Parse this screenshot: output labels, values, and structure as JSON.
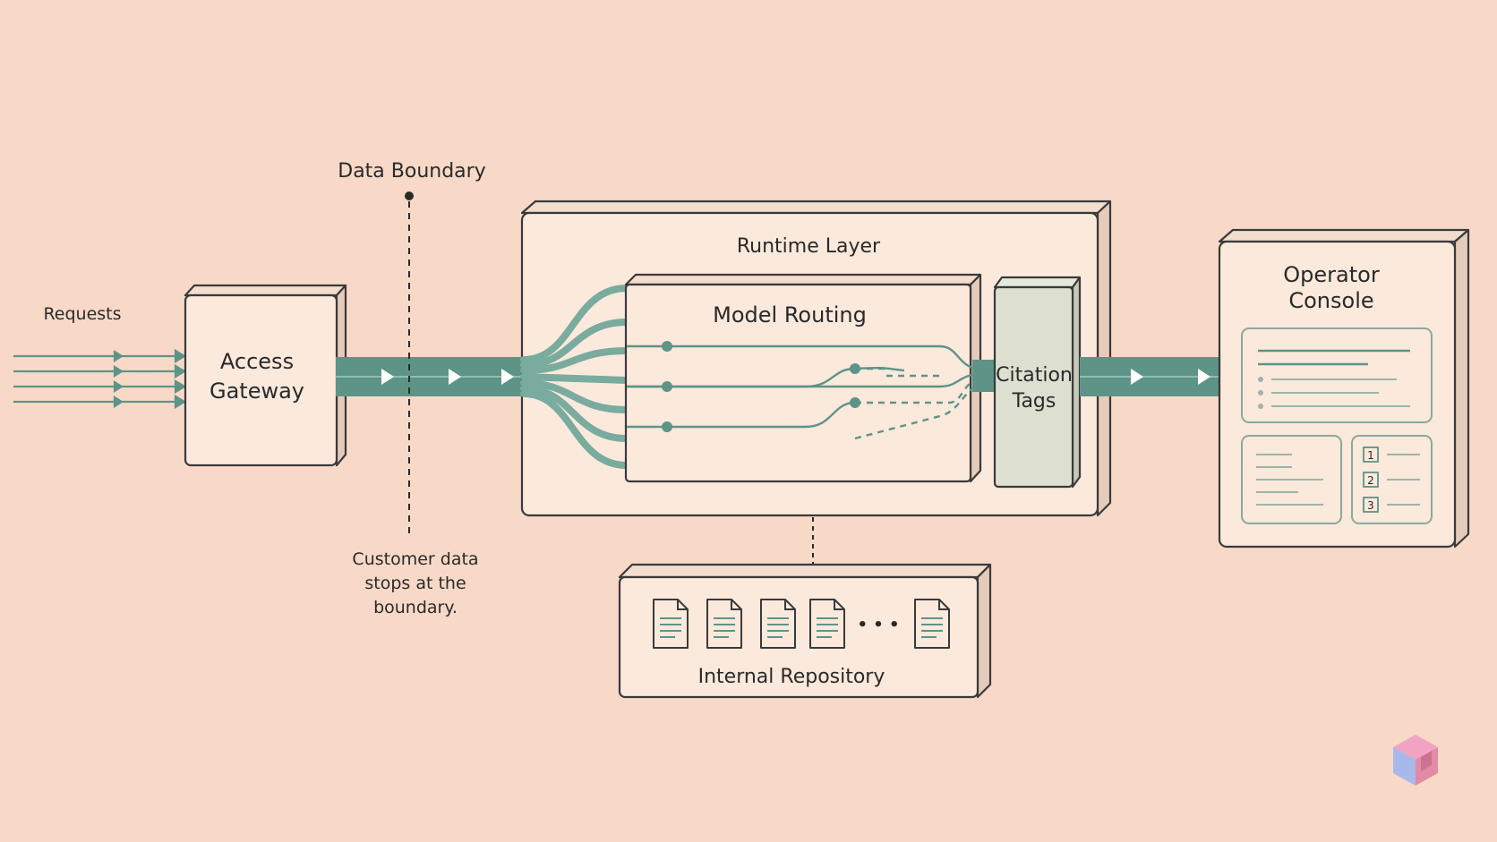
{
  "diagram": {
    "requests_label": "Requests",
    "access_gateway": {
      "line1": "Access",
      "line2": "Gateway"
    },
    "data_boundary": {
      "title": "Data Boundary",
      "note_line1": "Customer data",
      "note_line2": "stops at the",
      "note_line3": "boundary."
    },
    "runtime_layer": {
      "title": "Runtime Layer"
    },
    "model_routing": {
      "title": "Model Routing"
    },
    "citation_tags": {
      "line1": "Citation",
      "line2": "Tags"
    },
    "operator_console": {
      "line1": "Operator",
      "line2": "Console",
      "citation_numbers": [
        "1",
        "2",
        "3"
      ]
    },
    "internal_repository": {
      "title": "Internal Repository",
      "ellipsis": "• • •"
    },
    "colors": {
      "background": "#f8d9c8",
      "box_fill": "#fbe9dc",
      "box_side": "#e5cbb9",
      "flow": "#5e9488",
      "flow_light": "#7aab9f",
      "citation_fill": "#dde0d1",
      "ink": "#3a3a3a"
    }
  }
}
